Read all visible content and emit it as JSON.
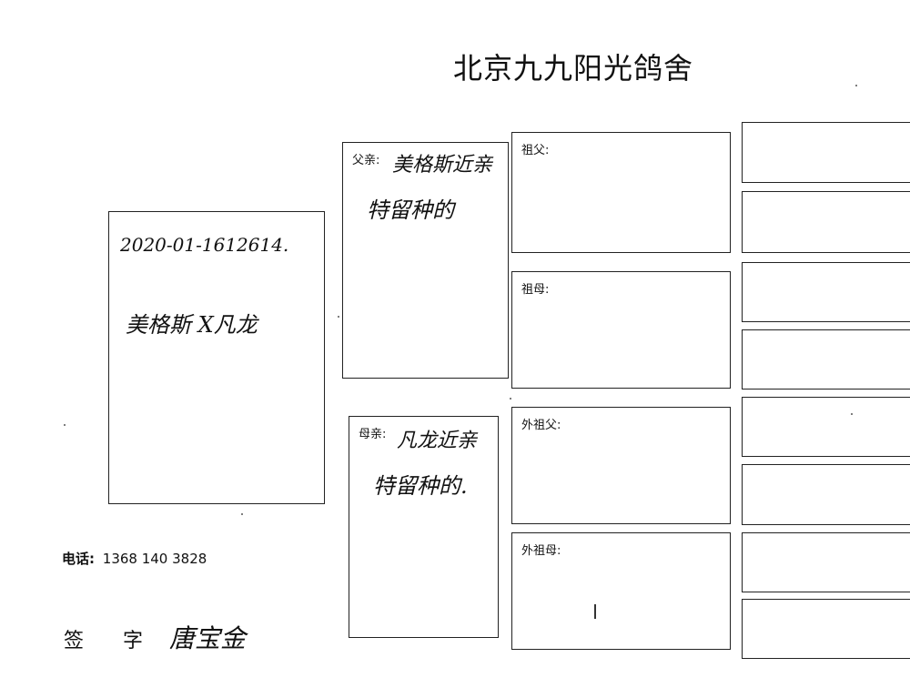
{
  "title": "北京九九阳光鸽舍",
  "pigeon": {
    "ring": "2020-01-1612614.",
    "parents": "美格斯 X凡龙"
  },
  "father": {
    "label": "父亲:",
    "line1": "美格斯近亲",
    "line2": "特留种的"
  },
  "mother": {
    "label": "母亲:",
    "line1": "凡龙近亲",
    "line2": "特留种的."
  },
  "grandparents": {
    "paternal_grandfather": "祖父:",
    "paternal_grandmother": "祖母:",
    "maternal_grandfather": "外祖父:",
    "maternal_grandmother": "外祖母:"
  },
  "contact": {
    "phone_label": "电话:",
    "phone_number": "1368 140 3828"
  },
  "signature": {
    "label": "签 字 :",
    "name": "唐宝金"
  }
}
